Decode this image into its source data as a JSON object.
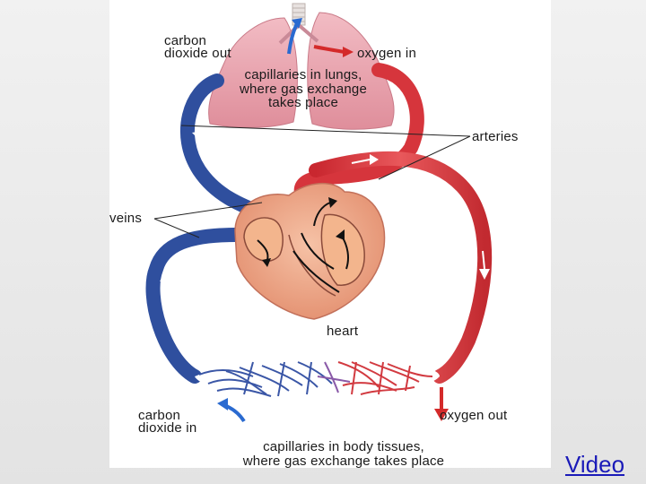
{
  "diagram": {
    "labels": {
      "co2_out_line1": "carbon",
      "co2_out_line2": "dioxide out",
      "oxygen_in": "oxygen in",
      "lung_cap_line1": "capillaries in lungs,",
      "lung_cap_line2": "where gas exchange",
      "lung_cap_line3": "takes place",
      "arteries": "arteries",
      "veins": "veins",
      "heart": "heart",
      "co2_in_line1": "carbon",
      "co2_in_line2": "dioxide in",
      "oxygen_out": "oxygen out",
      "body_cap_line1": "capillaries in body tissues,",
      "body_cap_line2": "where gas exchange takes place"
    },
    "colors": {
      "vein_blue": "#2f4f9e",
      "artery_red": "#d6353c",
      "lung_pink": "#e9a3ad",
      "heart_peach": "#eba080",
      "arrow_red": "#d42a2a",
      "arrow_blue": "#2a6ad0"
    }
  },
  "link": {
    "video_label": "Video"
  }
}
